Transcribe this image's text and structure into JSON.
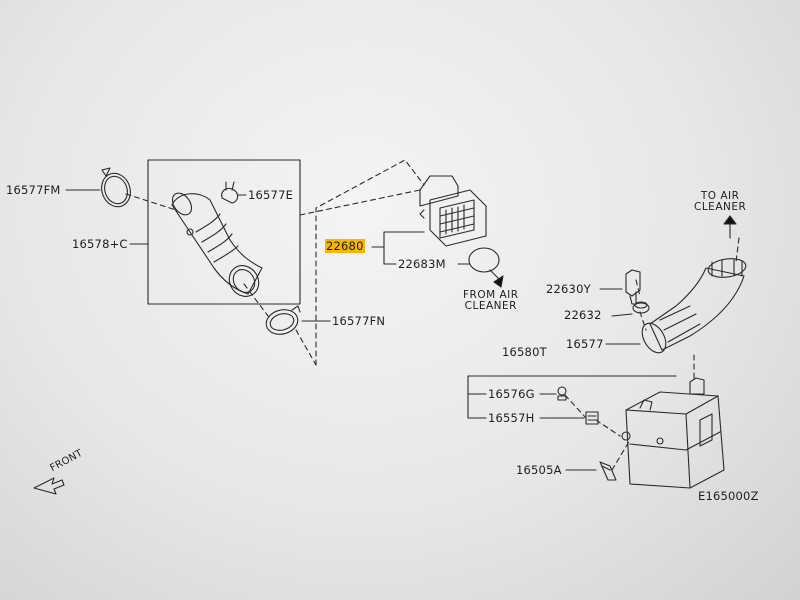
{
  "labels": {
    "p16577FM": "16577FM",
    "p16578C": "16578+C",
    "p16577E": "16577E",
    "p16577FN": "16577FN",
    "p22680": "22680",
    "p22683M": "22683M",
    "p22630Y": "22630Y",
    "p22632": "22632",
    "p16577": "16577",
    "p16580T": "16580T",
    "p16576G": "16576G",
    "p16557H": "16557H",
    "p16505A": "16505A",
    "diagram_code": "E165000Z",
    "front": "FRONT"
  },
  "notes": {
    "from_air_cleaner": [
      "FROM AIR",
      "CLEANER"
    ],
    "to_air_cleaner": [
      "TO AIR",
      "CLEANER"
    ]
  },
  "colors": {
    "highlight": "#f7b500",
    "ink": "#1e1e1e"
  }
}
